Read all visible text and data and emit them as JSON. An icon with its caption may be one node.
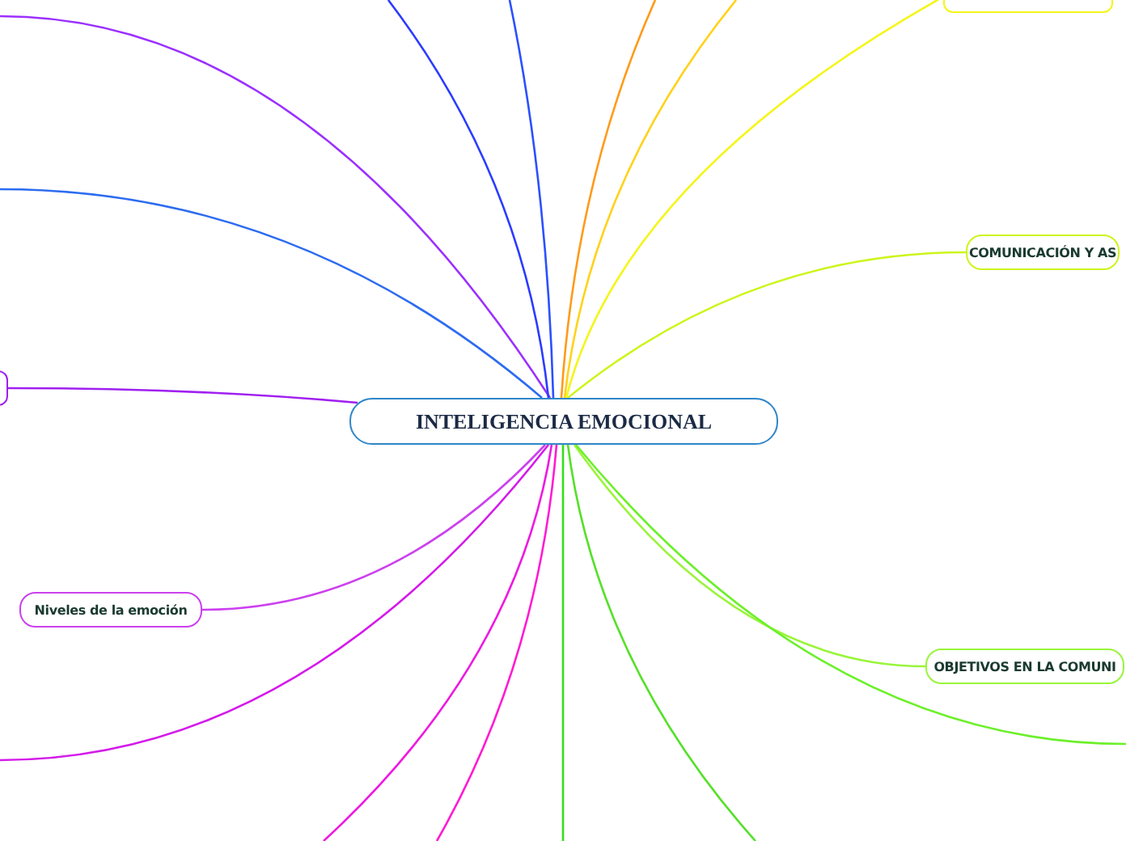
{
  "diagram": {
    "nodes": [
      {
        "text": [
          "INTELIGENCIA EMOCIONAL"
        ]
      },
      {
        "text": [],
        "shape": "box"
      },
      {
        "text": [
          "COMUNICACIÓN Y AS"
        ]
      },
      {
        "text": [
          "OBJETIVOS EN LA COMUNI"
        ]
      },
      {
        "text": [
          "Niveles de la emoción"
        ]
      },
      {
        "text": [],
        "shape": "box"
      }
    ],
    "edges": [
      {
        "from": 0,
        "to": null,
        "arrow": "none",
        "color": "#9b30ff"
      },
      {
        "from": 0,
        "to": null,
        "arrow": "none",
        "color": "#2b3cff"
      },
      {
        "from": 0,
        "to": null,
        "arrow": "none",
        "color": "#2b50ff"
      },
      {
        "from": 0,
        "to": null,
        "arrow": "none",
        "color": "#ff9a1a"
      },
      {
        "from": 0,
        "to": null,
        "arrow": "none",
        "color": "#ffd21a"
      },
      {
        "from": 0,
        "to": 1,
        "arrow": "none",
        "color": "#f5f51a"
      },
      {
        "from": 0,
        "to": 2,
        "arrow": "none",
        "color": "#ccf51a"
      },
      {
        "from": 0,
        "to": 3,
        "arrow": "none",
        "color": "#99f53a"
      },
      {
        "from": 0,
        "to": null,
        "arrow": "none",
        "color": "#6cf02a"
      },
      {
        "from": 0,
        "to": null,
        "arrow": "none",
        "color": "#55e02a"
      },
      {
        "from": 0,
        "to": null,
        "arrow": "none",
        "color": "#33e01a"
      },
      {
        "from": 0,
        "to": null,
        "arrow": "none",
        "color": "#ff1ad2"
      },
      {
        "from": 0,
        "to": null,
        "arrow": "none",
        "color": "#ee1ae0"
      },
      {
        "from": 0,
        "to": null,
        "arrow": "none",
        "color": "#d41aea"
      },
      {
        "from": 0,
        "to": 4,
        "arrow": "none",
        "color": "#cc40ee"
      },
      {
        "from": 0,
        "to": 5,
        "arrow": "none",
        "color": "#a020f0"
      },
      {
        "from": 0,
        "to": null,
        "arrow": "none",
        "color": "#2d6cf0"
      }
    ]
  }
}
